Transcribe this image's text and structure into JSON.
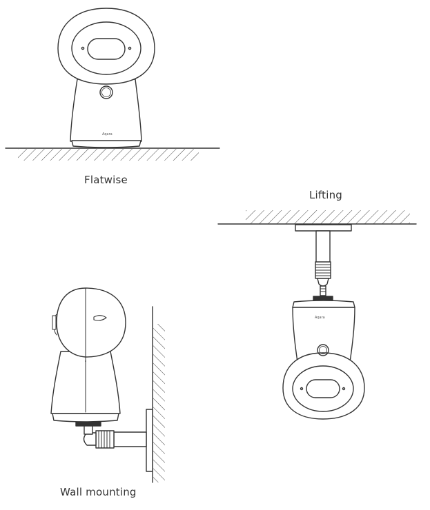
{
  "captions": {
    "flatwise": "Flatwise",
    "lifting": "Lifting",
    "wall_mounting": "Wall mounting"
  },
  "logos": {
    "brand_mark": "Aqara"
  },
  "colors": {
    "line": "#333333",
    "background": "#ffffff"
  }
}
